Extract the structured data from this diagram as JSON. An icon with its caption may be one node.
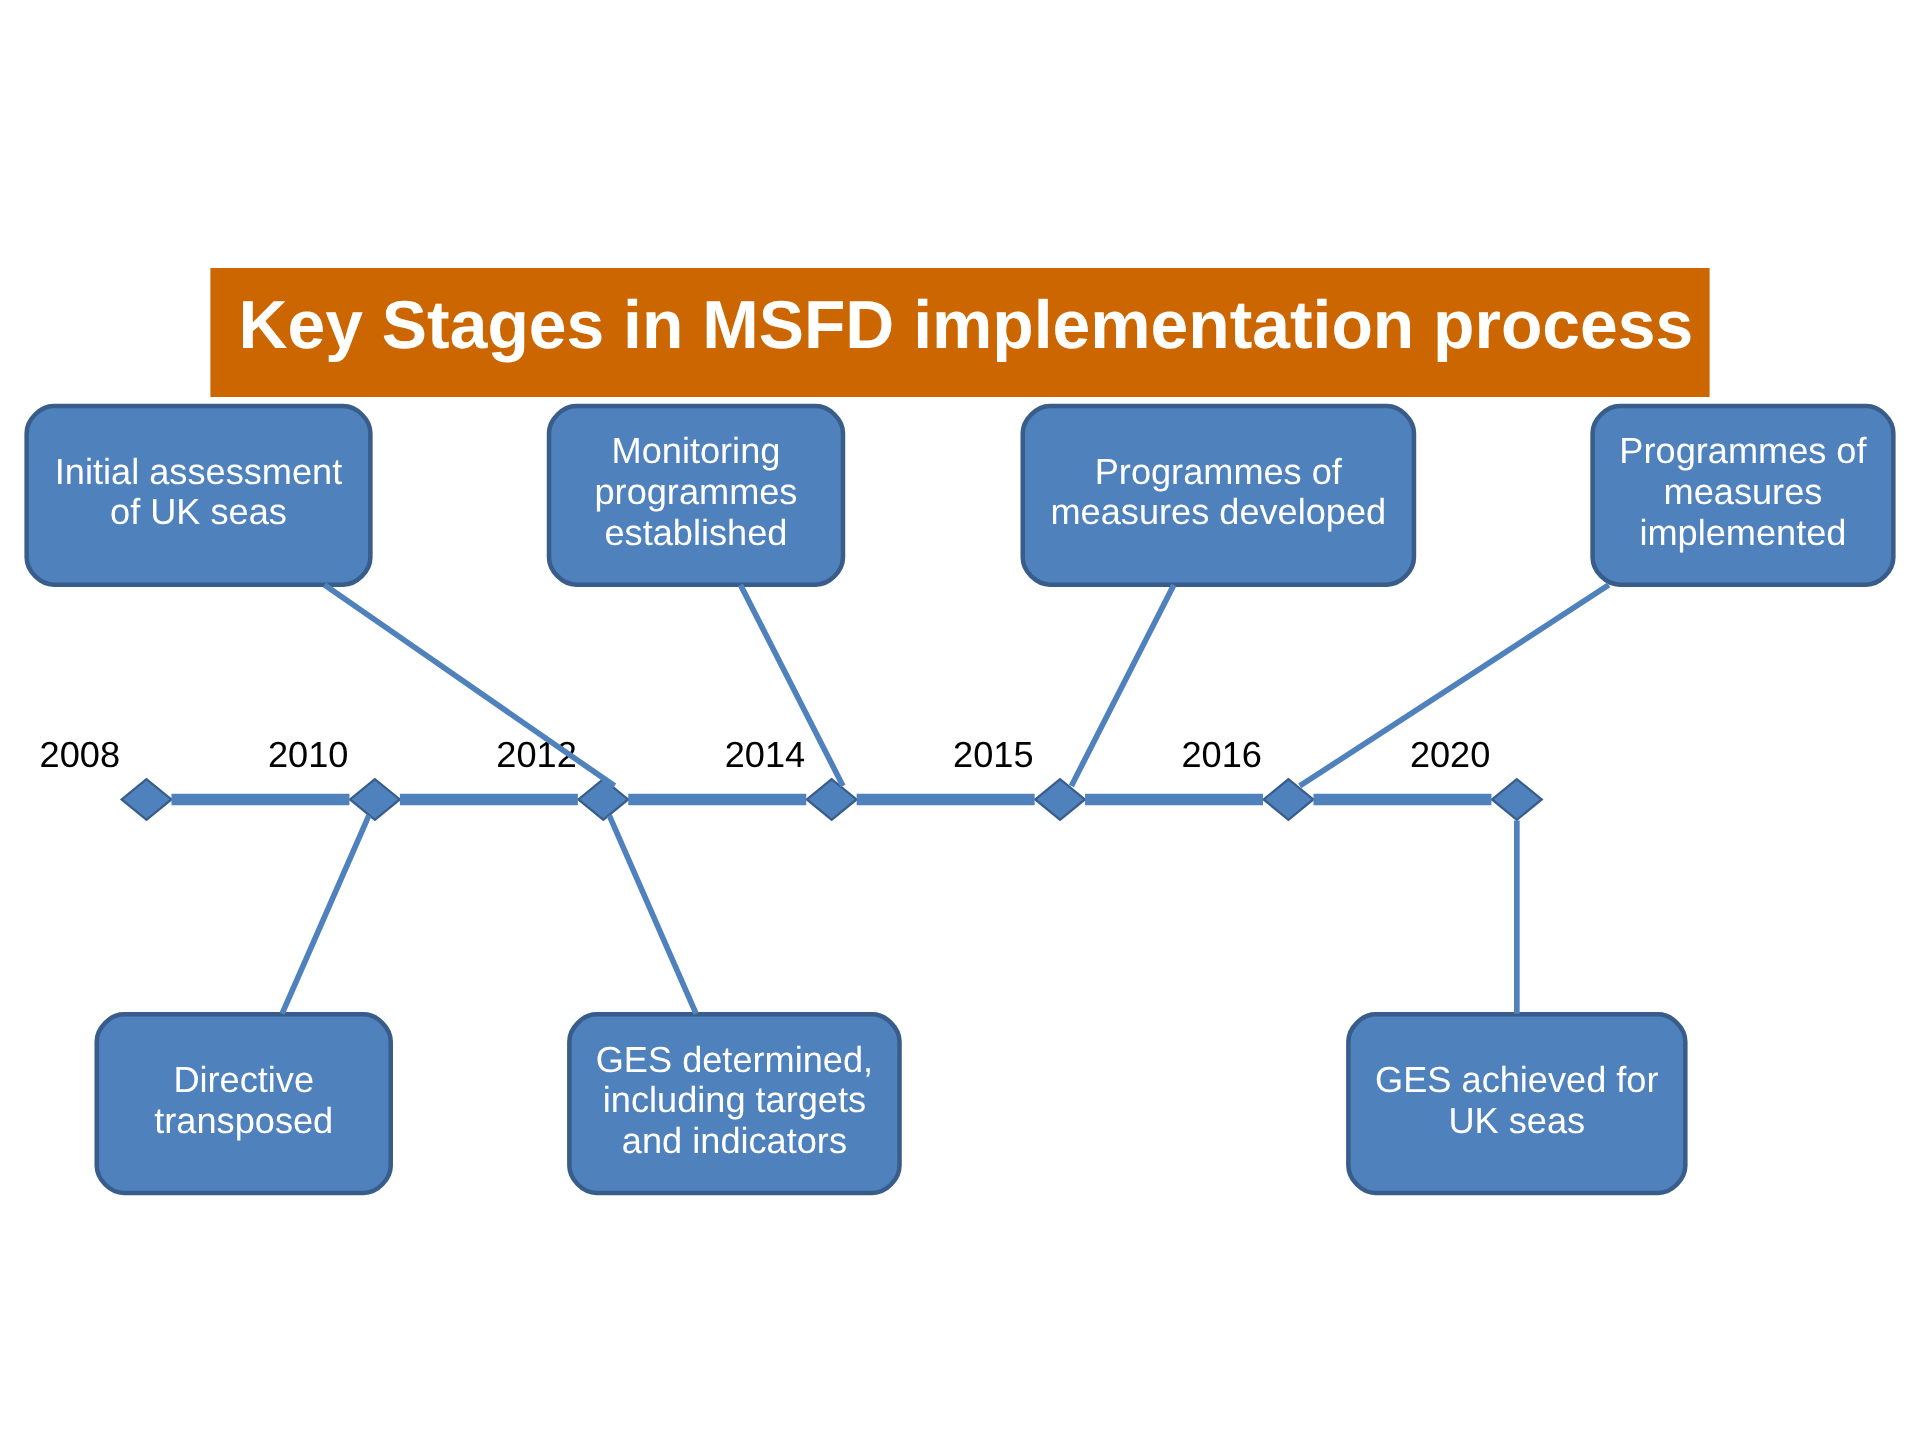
{
  "diagram": {
    "title": "Key Stages in MSFD implementation process",
    "nodes": [
      {
        "text": [
          "Initial assessment of UK seas"
        ]
      },
      {
        "text": [
          "Monitoring programmes established"
        ]
      },
      {
        "text": [
          "Programmes of measures developed"
        ]
      },
      {
        "text": [
          "Programmes of measures implemented"
        ]
      },
      {
        "text": [],
        "shape": "diamond",
        "beside": [
          "2008"
        ]
      },
      {
        "text": [],
        "shape": "diamond",
        "beside": [
          "2010"
        ]
      },
      {
        "text": [],
        "shape": "diamond",
        "beside": [
          "2012"
        ]
      },
      {
        "text": [],
        "shape": "diamond",
        "beside": [
          "2014"
        ]
      },
      {
        "text": [],
        "shape": "diamond",
        "beside": [
          "2015"
        ]
      },
      {
        "text": [],
        "shape": "diamond",
        "beside": [
          "2016"
        ]
      },
      {
        "text": [],
        "shape": "diamond",
        "beside": [
          "2020"
        ]
      },
      {
        "text": [
          "Directive transposed"
        ]
      },
      {
        "text": [
          "GES determined, including targets and indicators"
        ]
      },
      {
        "text": [
          "GES achieved for UK seas"
        ]
      }
    ],
    "edges": [
      {
        "from": 4,
        "to": 5,
        "arrow": "none",
        "style": "thick"
      },
      {
        "from": 5,
        "to": 6,
        "arrow": "none",
        "style": "thick"
      },
      {
        "from": 6,
        "to": 7,
        "arrow": "none",
        "style": "thick"
      },
      {
        "from": 7,
        "to": 8,
        "arrow": "none",
        "style": "thick"
      },
      {
        "from": 8,
        "to": 9,
        "arrow": "none",
        "style": "thick"
      },
      {
        "from": 9,
        "to": 10,
        "arrow": "none",
        "style": "thick"
      },
      {
        "from": 0,
        "to": 6,
        "arrow": "none"
      },
      {
        "from": 1,
        "to": 7,
        "arrow": "none"
      },
      {
        "from": 2,
        "to": 8,
        "arrow": "none"
      },
      {
        "from": 3,
        "to": 9,
        "arrow": "none"
      },
      {
        "from": 5,
        "to": 11,
        "arrow": "none"
      },
      {
        "from": 6,
        "to": 12,
        "arrow": "none"
      },
      {
        "from": 10,
        "to": 13,
        "arrow": "none"
      }
    ]
  }
}
